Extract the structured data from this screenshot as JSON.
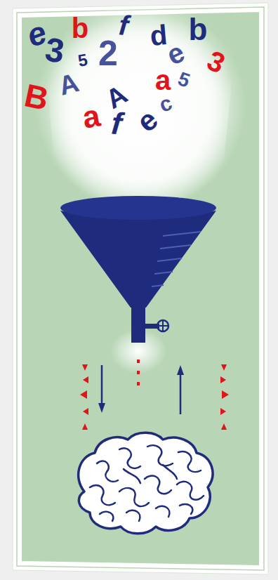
{
  "diagram": {
    "labels": [
      "e",
      "3",
      "b",
      "5",
      "2",
      "f",
      "d",
      "e",
      "b",
      "3",
      "B",
      "A",
      "a",
      "f",
      "A",
      "e",
      "c",
      "a",
      "5"
    ]
  }
}
